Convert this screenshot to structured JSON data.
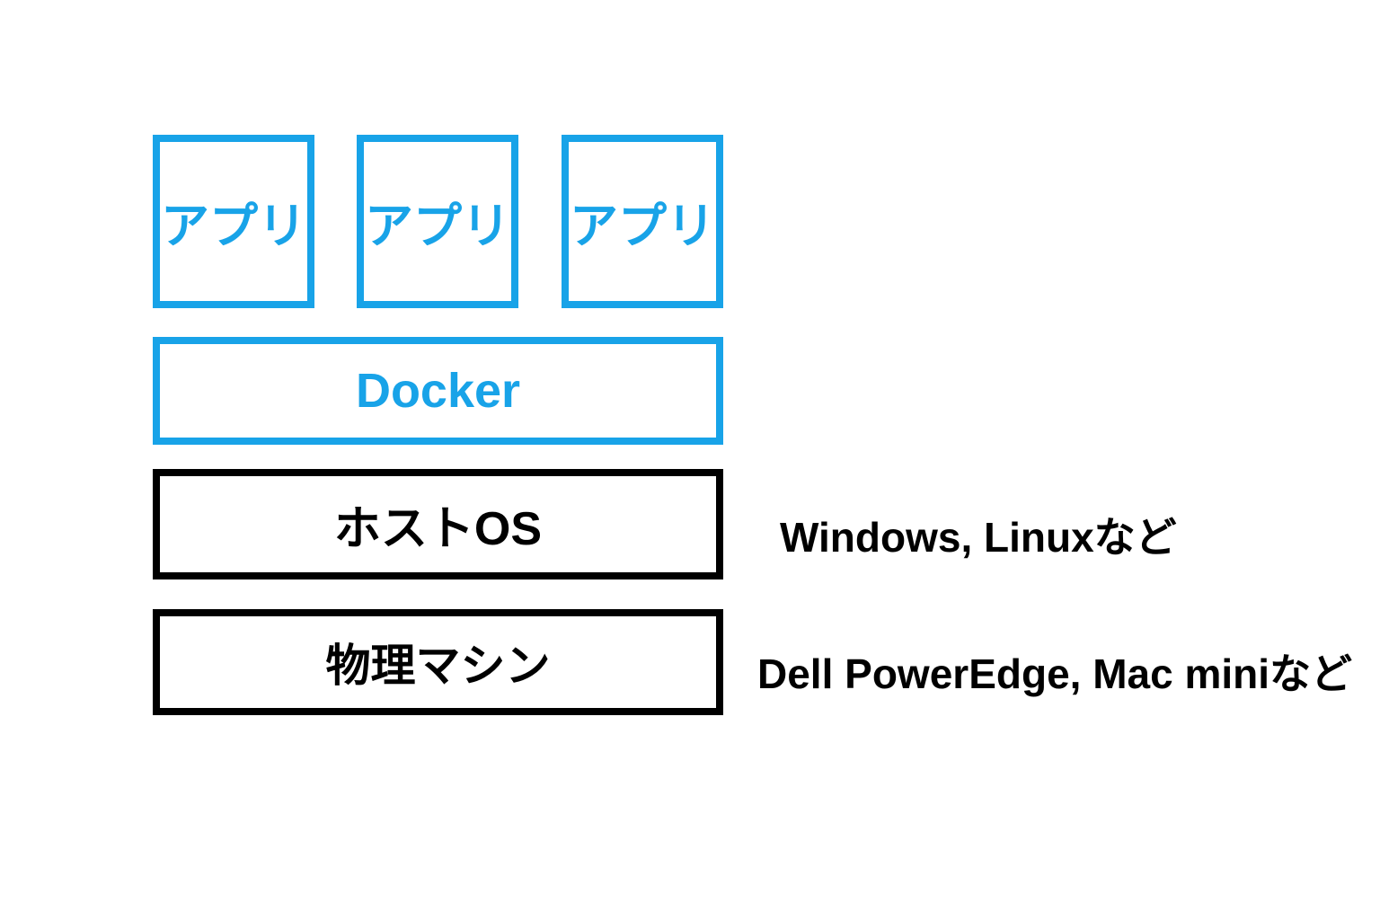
{
  "diagram": {
    "title_semantic": "Docker architecture stack diagram",
    "app_boxes": [
      {
        "label": "アプリ"
      },
      {
        "label": "アプリ"
      },
      {
        "label": "アプリ"
      }
    ],
    "docker_layer": {
      "label": "Docker"
    },
    "host_os_layer": {
      "label": "ホストOS",
      "note": "Windows, Linuxなど"
    },
    "physical_layer": {
      "label": "物理マシン",
      "note": "Dell PowerEdge, Mac miniなど"
    },
    "colors": {
      "accent_blue": "#18a3e8",
      "ink_black": "#000000",
      "background": "#ffffff"
    }
  }
}
